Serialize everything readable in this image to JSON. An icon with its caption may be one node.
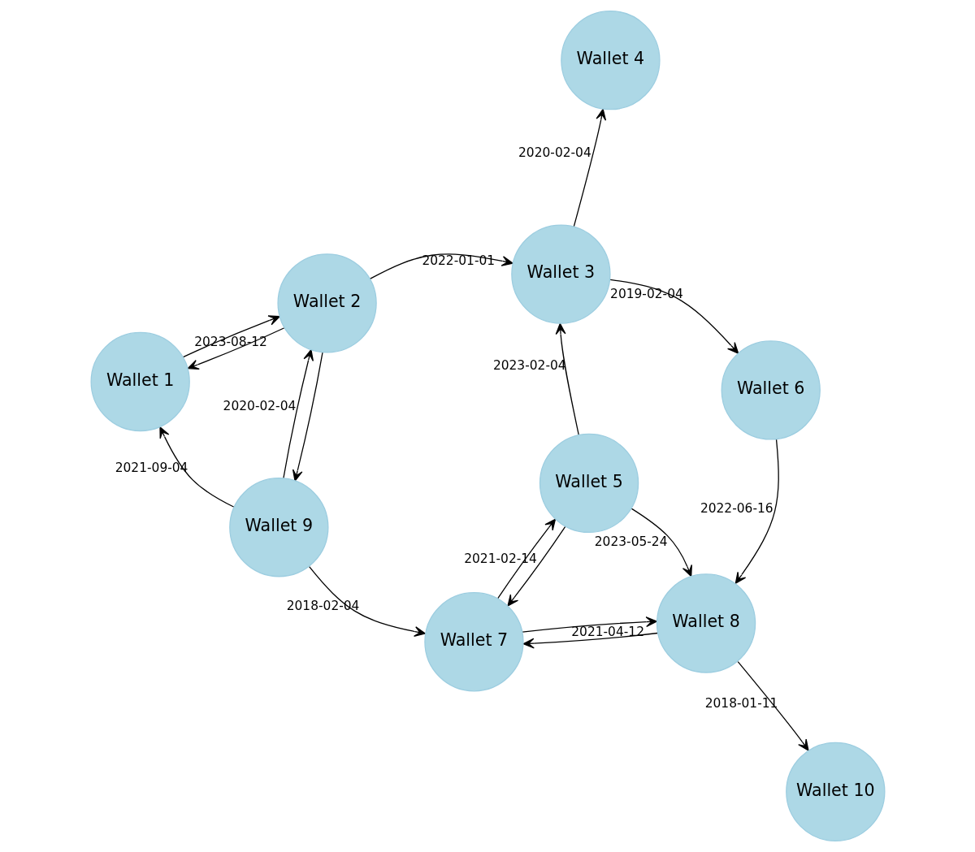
{
  "diagram": {
    "nodes": [
      {
        "text": [
          "Wallet 1"
        ]
      },
      {
        "text": [
          "Wallet 2"
        ]
      },
      {
        "text": [
          "Wallet 3"
        ]
      },
      {
        "text": [
          "Wallet 4"
        ]
      },
      {
        "text": [
          "Wallet 5"
        ]
      },
      {
        "text": [
          "Wallet 6"
        ]
      },
      {
        "text": [
          "Wallet 7"
        ]
      },
      {
        "text": [
          "Wallet 8"
        ]
      },
      {
        "text": [
          "Wallet 9"
        ]
      },
      {
        "text": [
          "Wallet 10"
        ]
      }
    ],
    "edges": [
      {
        "from": 8,
        "to": 0,
        "arrow": "to",
        "label": "2021-09-04"
      },
      {
        "from": 0,
        "to": 1,
        "arrow": "to",
        "label": "2023-08-12"
      },
      {
        "from": 1,
        "to": 0,
        "arrow": "to"
      },
      {
        "from": 8,
        "to": 1,
        "arrow": "to",
        "label": "2020-02-04"
      },
      {
        "from": 1,
        "to": 8,
        "arrow": "to"
      },
      {
        "from": 1,
        "to": 2,
        "arrow": "to",
        "label": "2022-01-01"
      },
      {
        "from": 8,
        "to": 6,
        "arrow": "to",
        "label": "2018-02-04"
      },
      {
        "from": 2,
        "to": 3,
        "arrow": "to",
        "label": "2020-02-04"
      },
      {
        "from": 2,
        "to": 5,
        "arrow": "to",
        "label": "2019-02-04"
      },
      {
        "from": 4,
        "to": 2,
        "arrow": "to",
        "label": "2023-02-04"
      },
      {
        "from": 5,
        "to": 7,
        "arrow": "to",
        "label": "2022-06-16"
      },
      {
        "from": 4,
        "to": 6,
        "arrow": "to",
        "label": "2021-02-14"
      },
      {
        "from": 6,
        "to": 4,
        "arrow": "to"
      },
      {
        "from": 4,
        "to": 7,
        "arrow": "to",
        "label": "2023-05-24"
      },
      {
        "from": 6,
        "to": 7,
        "arrow": "to",
        "label": "2021-04-12"
      },
      {
        "from": 7,
        "to": 6,
        "arrow": "to"
      },
      {
        "from": 7,
        "to": 9,
        "arrow": "to",
        "label": "2018-01-11"
      }
    ]
  }
}
